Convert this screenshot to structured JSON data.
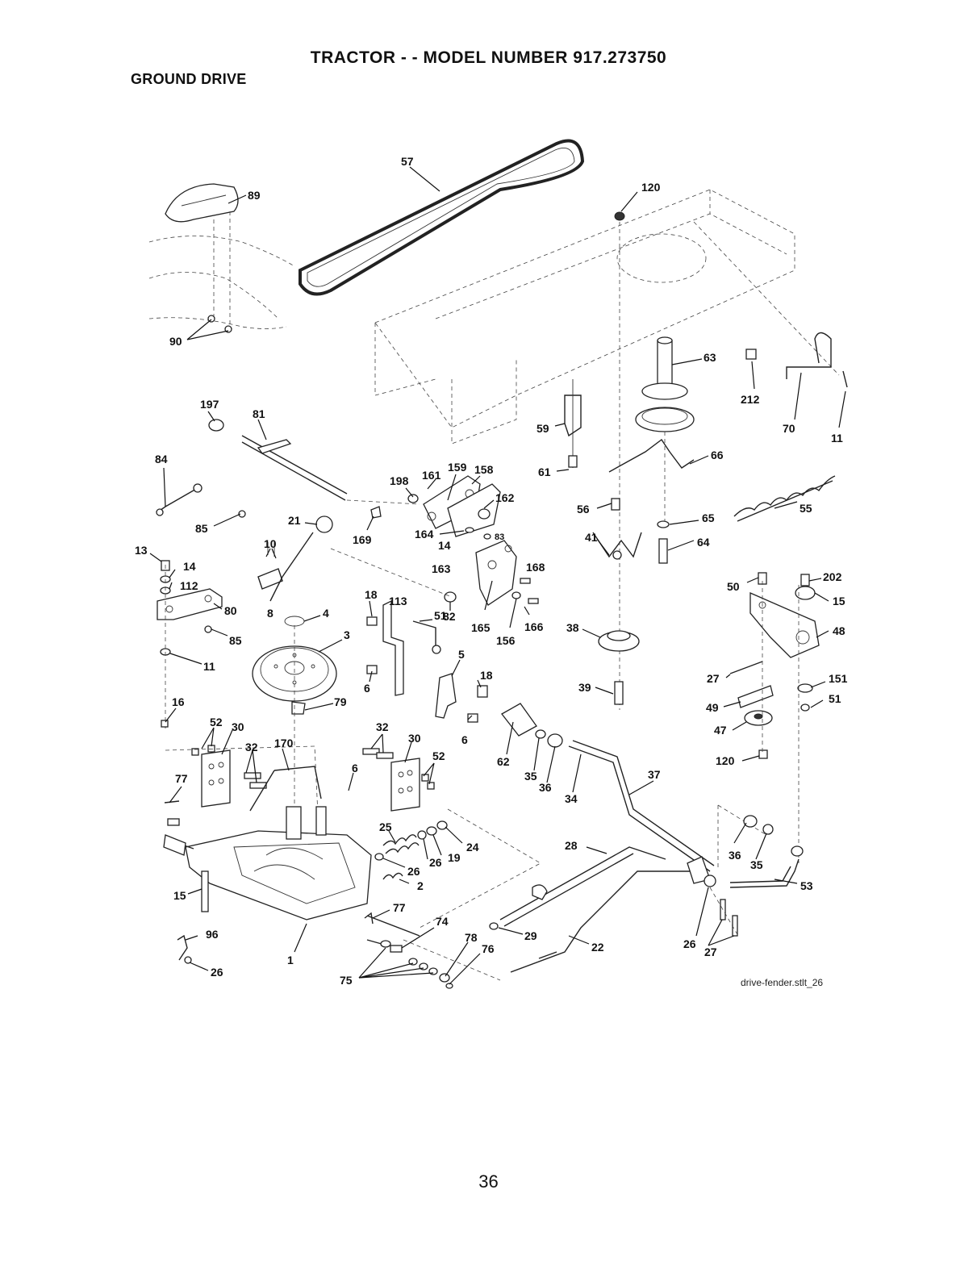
{
  "header": {
    "title": "TRACTOR - - MODEL NUMBER 917.273750",
    "section": "GROUND DRIVE"
  },
  "drawing_ref": "drive-fender.stlt_26",
  "page_number": "36",
  "callouts": [
    {
      "id": "c57",
      "label": "57"
    },
    {
      "id": "c120a",
      "label": "120"
    },
    {
      "id": "c89",
      "label": "89"
    },
    {
      "id": "c90",
      "label": "90"
    },
    {
      "id": "c63",
      "label": "63"
    },
    {
      "id": "c212",
      "label": "212"
    },
    {
      "id": "c70",
      "label": "70"
    },
    {
      "id": "c11a",
      "label": "11"
    },
    {
      "id": "c197",
      "label": "197"
    },
    {
      "id": "c81",
      "label": "81"
    },
    {
      "id": "c59",
      "label": "59"
    },
    {
      "id": "c61",
      "label": "61"
    },
    {
      "id": "c66",
      "label": "66"
    },
    {
      "id": "c84",
      "label": "84"
    },
    {
      "id": "c198",
      "label": "198"
    },
    {
      "id": "c161",
      "label": "161"
    },
    {
      "id": "c159",
      "label": "159"
    },
    {
      "id": "c158",
      "label": "158"
    },
    {
      "id": "c162",
      "label": "162"
    },
    {
      "id": "c65",
      "label": "65"
    },
    {
      "id": "c55",
      "label": "55"
    },
    {
      "id": "c56",
      "label": "56"
    },
    {
      "id": "c64",
      "label": "64"
    },
    {
      "id": "c85a",
      "label": "85"
    },
    {
      "id": "c21",
      "label": "21"
    },
    {
      "id": "c169",
      "label": "169"
    },
    {
      "id": "c164",
      "label": "164"
    },
    {
      "id": "c14a",
      "label": "14"
    },
    {
      "id": "c83",
      "label": "83"
    },
    {
      "id": "c41",
      "label": "41"
    },
    {
      "id": "c10",
      "label": "10"
    },
    {
      "id": "c13",
      "label": "13"
    },
    {
      "id": "c14b",
      "label": "14"
    },
    {
      "id": "c112",
      "label": "112"
    },
    {
      "id": "c163",
      "label": "163"
    },
    {
      "id": "c168",
      "label": "168"
    },
    {
      "id": "c50",
      "label": "50"
    },
    {
      "id": "c202",
      "label": "202"
    },
    {
      "id": "c15a",
      "label": "15"
    },
    {
      "id": "c80",
      "label": "80"
    },
    {
      "id": "c8",
      "label": "8"
    },
    {
      "id": "c4",
      "label": "4"
    },
    {
      "id": "c18a",
      "label": "18"
    },
    {
      "id": "c113",
      "label": "113"
    },
    {
      "id": "c82",
      "label": "82"
    },
    {
      "id": "c165",
      "label": "165"
    },
    {
      "id": "c166",
      "label": "166"
    },
    {
      "id": "c156",
      "label": "156"
    },
    {
      "id": "c38",
      "label": "38"
    },
    {
      "id": "c48",
      "label": "48"
    },
    {
      "id": "c85b",
      "label": "85"
    },
    {
      "id": "c3",
      "label": "3"
    },
    {
      "id": "c51a",
      "label": "51"
    },
    {
      "id": "c11b",
      "label": "11"
    },
    {
      "id": "c5",
      "label": "5"
    },
    {
      "id": "c18b",
      "label": "18"
    },
    {
      "id": "c27a",
      "label": "27"
    },
    {
      "id": "c151",
      "label": "151"
    },
    {
      "id": "c6a",
      "label": "6"
    },
    {
      "id": "c39",
      "label": "39"
    },
    {
      "id": "c51b",
      "label": "51"
    },
    {
      "id": "c16",
      "label": "16"
    },
    {
      "id": "c79",
      "label": "79"
    },
    {
      "id": "c49",
      "label": "49"
    },
    {
      "id": "c52a",
      "label": "52"
    },
    {
      "id": "c30a",
      "label": "30"
    },
    {
      "id": "c32a",
      "label": "32"
    },
    {
      "id": "c6b",
      "label": "6"
    },
    {
      "id": "c47",
      "label": "47"
    },
    {
      "id": "c32b",
      "label": "32"
    },
    {
      "id": "c30b",
      "label": "30"
    },
    {
      "id": "c170",
      "label": "170"
    },
    {
      "id": "c52b",
      "label": "52"
    },
    {
      "id": "c62",
      "label": "62"
    },
    {
      "id": "c120b",
      "label": "120"
    },
    {
      "id": "c6c",
      "label": "6"
    },
    {
      "id": "c35a",
      "label": "35"
    },
    {
      "id": "c36a",
      "label": "36"
    },
    {
      "id": "c34",
      "label": "34"
    },
    {
      "id": "c37",
      "label": "37"
    },
    {
      "id": "c77a",
      "label": "77"
    },
    {
      "id": "c25",
      "label": "25"
    },
    {
      "id": "c24",
      "label": "24"
    },
    {
      "id": "c19",
      "label": "19"
    },
    {
      "id": "c26a",
      "label": "26"
    },
    {
      "id": "c28",
      "label": "28"
    },
    {
      "id": "c36b",
      "label": "36"
    },
    {
      "id": "c35b",
      "label": "35"
    },
    {
      "id": "c26b",
      "label": "26"
    },
    {
      "id": "c2",
      "label": "2"
    },
    {
      "id": "c53",
      "label": "53"
    },
    {
      "id": "c15b",
      "label": "15"
    },
    {
      "id": "c77b",
      "label": "77"
    },
    {
      "id": "c74",
      "label": "74"
    },
    {
      "id": "c96",
      "label": "96"
    },
    {
      "id": "c29",
      "label": "29"
    },
    {
      "id": "c78",
      "label": "78"
    },
    {
      "id": "c76",
      "label": "76"
    },
    {
      "id": "c22",
      "label": "22"
    },
    {
      "id": "c26c",
      "label": "26"
    },
    {
      "id": "c27b",
      "label": "27"
    },
    {
      "id": "c1",
      "label": "1"
    },
    {
      "id": "c26d",
      "label": "26"
    },
    {
      "id": "c75",
      "label": "75"
    }
  ]
}
